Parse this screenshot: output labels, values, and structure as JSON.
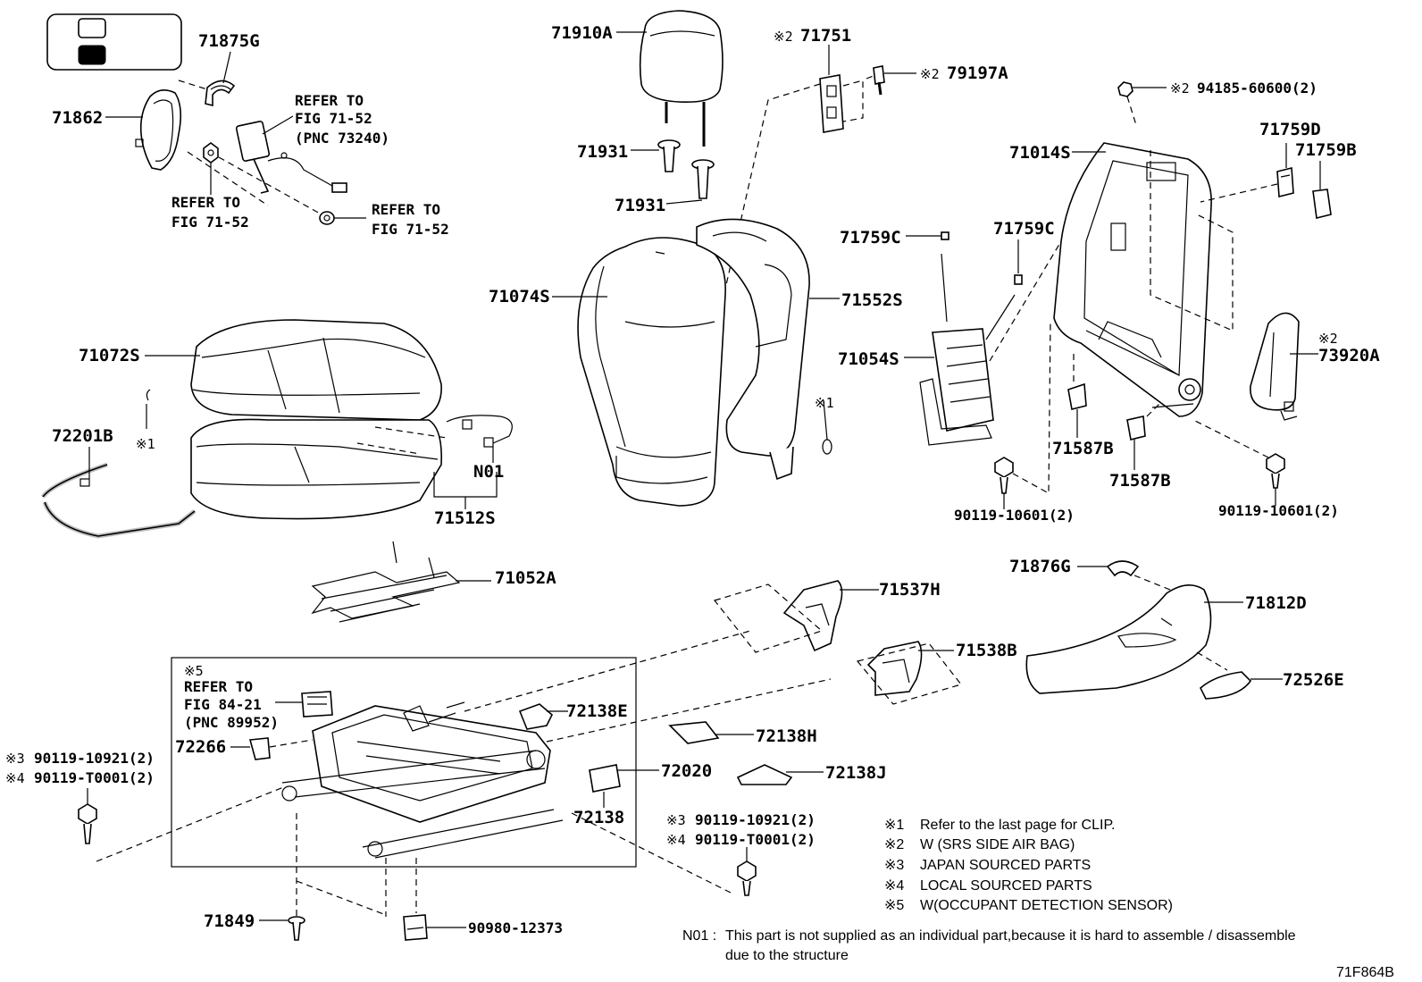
{
  "parts": {
    "p71875G": "71875G",
    "p71862": "71862",
    "p71910A": "71910A",
    "p71931a": "71931",
    "p71931b": "71931",
    "p71751": "71751",
    "p79197A": "79197A",
    "p94185": "94185-60600(2)",
    "p71014S": "71014S",
    "p71759D": "71759D",
    "p71759B": "71759B",
    "p71759Ca": "71759C",
    "p71759Cb": "71759C",
    "p71074S": "71074S",
    "p71552S": "71552S",
    "p71054S": "71054S",
    "p73920A": "73920A",
    "p71072S": "71072S",
    "p72201B": "72201B",
    "pN01": "N01",
    "p71512S": "71512S",
    "p71587Ba": "71587B",
    "p71587Bb": "71587B",
    "p90119a": "90119-10601(2)",
    "p90119b": "90119-10601(2)",
    "p71052A": "71052A",
    "p71876G": "71876G",
    "p71812D": "71812D",
    "p71537H": "71537H",
    "p71538B": "71538B",
    "p72526E": "72526E",
    "p72138E": "72138E",
    "p72266": "72266",
    "p72138H": "72138H",
    "p72020": "72020",
    "p72138J": "72138J",
    "p72138": "72138",
    "p71849": "71849",
    "p90980": "90980-12373",
    "pL3": "90119-10921(2)",
    "pL4": "90119-T0001(2)",
    "pR3": "90119-10921(2)",
    "pR4": "90119-T0001(2)"
  },
  "marks": {
    "m1": "※1",
    "m1b": "※1",
    "m2a": "※2",
    "m2b": "※2",
    "m2c": "※2",
    "m2d": "※2",
    "m5": "※5",
    "mL3": "※3",
    "mL4": "※4",
    "mR3": "※3",
    "mR4": "※4"
  },
  "refs": {
    "r1_line1": "REFER TO",
    "r1_line2": "FIG 71-52",
    "r1_line3": "(PNC 73240)",
    "r2_line1": "REFER TO",
    "r2_line2": "FIG 71-52",
    "r3_line1": "REFER TO",
    "r3_line2": "FIG 71-52",
    "r4_line1": "REFER TO",
    "r4_line2": "FIG 84-21",
    "r4_line3": "(PNC 89952)"
  },
  "legend": {
    "k1": "※1",
    "k2": "※2",
    "k3": "※3",
    "k4": "※4",
    "k5": "※5",
    "t1": "Refer to the last page for CLIP.",
    "t2": "W (SRS SIDE AIR BAG)",
    "t3": "JAPAN SOURCED PARTS",
    "t4": "LOCAL SOURCED PARTS",
    "t5": "W(OCCUPANT DETECTION SENSOR)"
  },
  "footnote": {
    "label": "N01 :",
    "line1": "This part is not supplied as an individual part,because it is hard to assemble / disassemble",
    "line2": "due to the structure"
  },
  "figure_id": "71F864B"
}
